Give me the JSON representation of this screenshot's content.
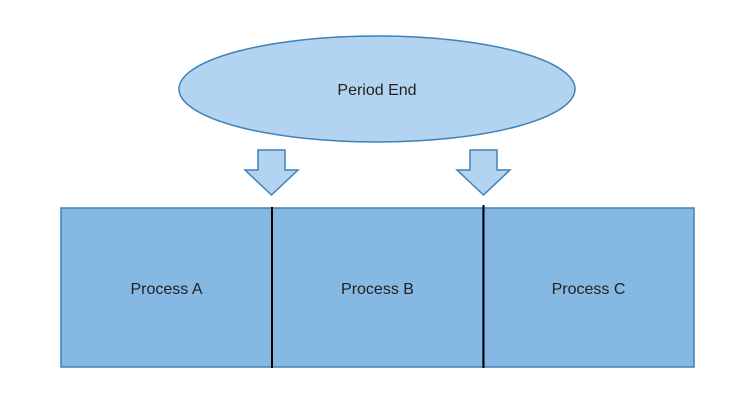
{
  "diagram": {
    "top_node": {
      "label": "Period End",
      "shape": "ellipse",
      "fill": "#B3D4F0",
      "stroke": "#3E82B8"
    },
    "arrows": [
      {
        "name": "arrow-to-boundary-a-b",
        "direction": "down",
        "fill": "#B3D4F0",
        "stroke": "#3E82B8"
      },
      {
        "name": "arrow-to-boundary-b-c",
        "direction": "down",
        "fill": "#B3D4F0",
        "stroke": "#3E82B8"
      }
    ],
    "processes": [
      {
        "label": "Process A"
      },
      {
        "label": "Process B"
      },
      {
        "label": "Process C"
      }
    ],
    "process_fill": "#85B8E3",
    "process_stroke": "#3E82B8",
    "divider_color": "#000000"
  }
}
